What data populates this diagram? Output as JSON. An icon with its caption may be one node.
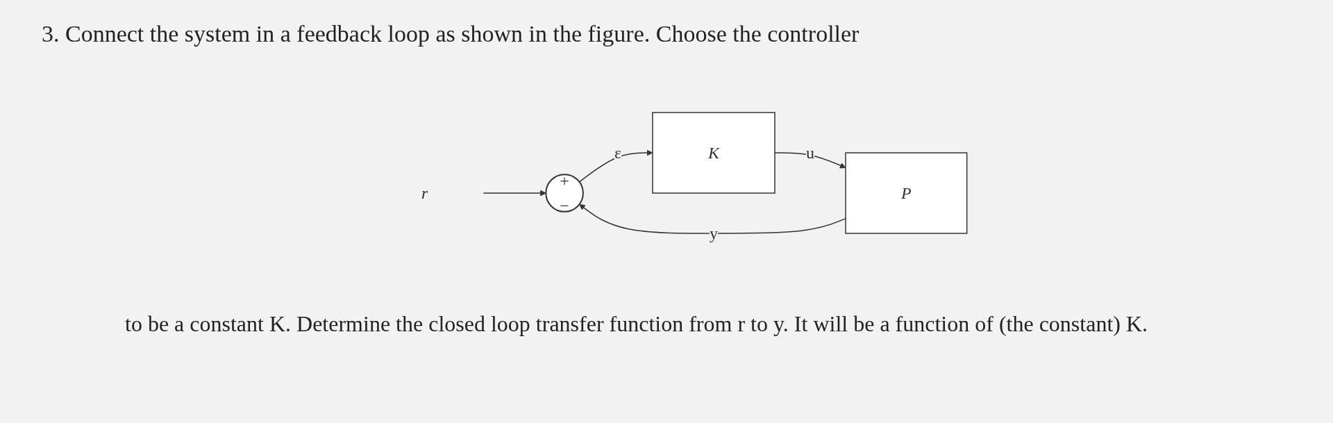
{
  "diagram": {
    "title": "3. Connect the system in a feedback loop as shown in the figure. Choose the controller",
    "caption": "to be a constant K. Determine the closed loop transfer function from r to y. It will be a function of (the constant) K.",
    "nodes": [
      {
        "text": [
          "r"
        ]
      },
      {
        "text": [
          "+",
          "−"
        ]
      },
      {
        "text": [
          "K"
        ]
      },
      {
        "text": [
          "P"
        ]
      }
    ],
    "edges": [
      {
        "from": 0,
        "to": 1,
        "arrow": "to"
      },
      {
        "from": 1,
        "to": 2,
        "arrow": "to",
        "label": "ε"
      },
      {
        "from": 2,
        "to": 3,
        "arrow": "to",
        "label": "u"
      },
      {
        "from": 3,
        "to": 1,
        "arrow": "to",
        "label": "y"
      }
    ]
  }
}
